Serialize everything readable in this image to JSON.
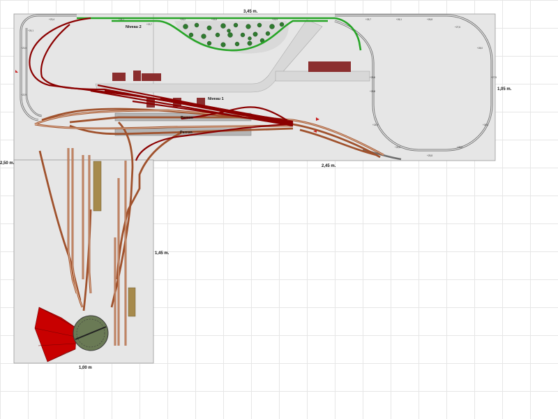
{
  "dimensions": {
    "top": "3,45 m.",
    "right": "1,05 m.",
    "left": "2,50 m.",
    "mid": "2,45 m.",
    "inner": "1,45 m.",
    "bottom": "1,00 m"
  },
  "labels": {
    "level2": "Niveau 2",
    "level1": "Niveau 1",
    "platform_a": "Perron",
    "platform_b": "Perron"
  },
  "colors": {
    "board": "#e6e6e6",
    "track_lower": "#a0522d",
    "track_upper": "#27a527",
    "track_grey": "#6f6f6f",
    "track_hidden": "#8b0000",
    "building": "#8b2e2e",
    "ramp": "#d4d4d4"
  },
  "height_markers": [
    "+23,4",
    "+24,1",
    "+25,2",
    "+25,8",
    "+25,9",
    "+25,7",
    "+26,1",
    "+26,8",
    "+27,6",
    "+28,0",
    "+27,5",
    "+26,8",
    "+26,8",
    "+25,8",
    "+24,8",
    "+24,9",
    "+25,8",
    "+25,6",
    "+23,7",
    "+24,1",
    "+23,0",
    "+22,9"
  ]
}
